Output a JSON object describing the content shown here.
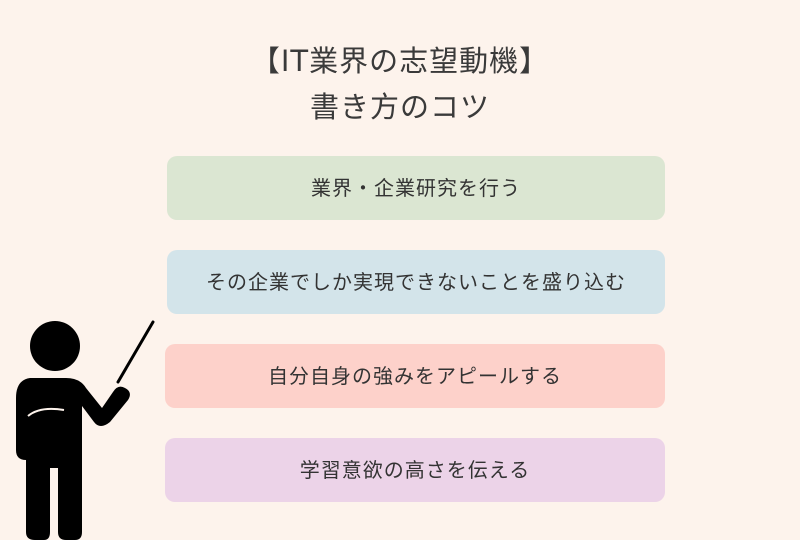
{
  "title": {
    "line1": "【IT業界の志望動機】",
    "line2": "書き方のコツ"
  },
  "tips": [
    {
      "text": "業界・企業研究を行う",
      "color": "#dbe6d2"
    },
    {
      "text": "その企業でしか実現できないことを盛り込む",
      "color": "#d3e4ea"
    },
    {
      "text": "自分自身の強みをアピールする",
      "color": "#fdd1ca"
    },
    {
      "text": "学習意欲の高さを伝える",
      "color": "#ecd3e8"
    }
  ],
  "icons": {
    "presenter": "teacher-with-pointer-icon"
  }
}
